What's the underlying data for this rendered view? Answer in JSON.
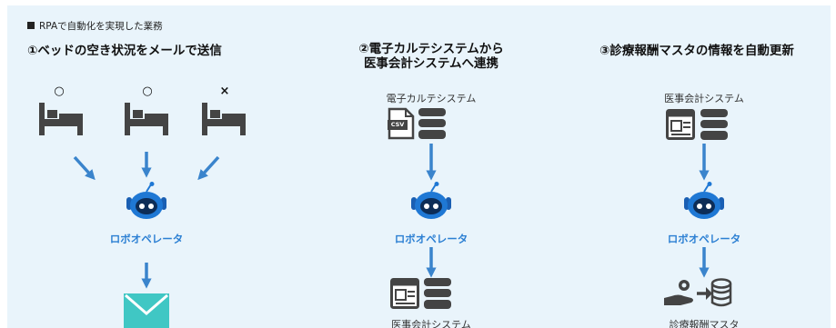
{
  "section": {
    "title": "RPAで自動化を実現した業務"
  },
  "columns": [
    {
      "heading": "①ベッドの空き状況をメールで送信",
      "marks": [
        "○",
        "○",
        "×"
      ]
    },
    {
      "heading_line1": "②電子カルテシステムから",
      "heading_line2": "医事会計システムへ連携",
      "top_label": "電子カルテシステム",
      "file_badge": "CSV",
      "bottom_label": "医事会計システム"
    },
    {
      "heading": "③診療報酬マスタの情報を自動更新",
      "top_label": "医事会計システム",
      "bottom_label": "診療報酬マスタ"
    }
  ],
  "robot": {
    "logo_text": "ロボオペレータ"
  },
  "colors": {
    "accent": "#2b7fd3",
    "arrow": "#3a84cc",
    "icon": "#444444",
    "envelope": "#40c7c4",
    "robot_head": "#1f78d4",
    "background": "#e9f4fb"
  },
  "icons": [
    "bed-icon",
    "csv-file-icon",
    "database-icon",
    "server-window-icon",
    "mail-icon",
    "robot-icon",
    "hand-coin-icon",
    "database-import-icon"
  ]
}
